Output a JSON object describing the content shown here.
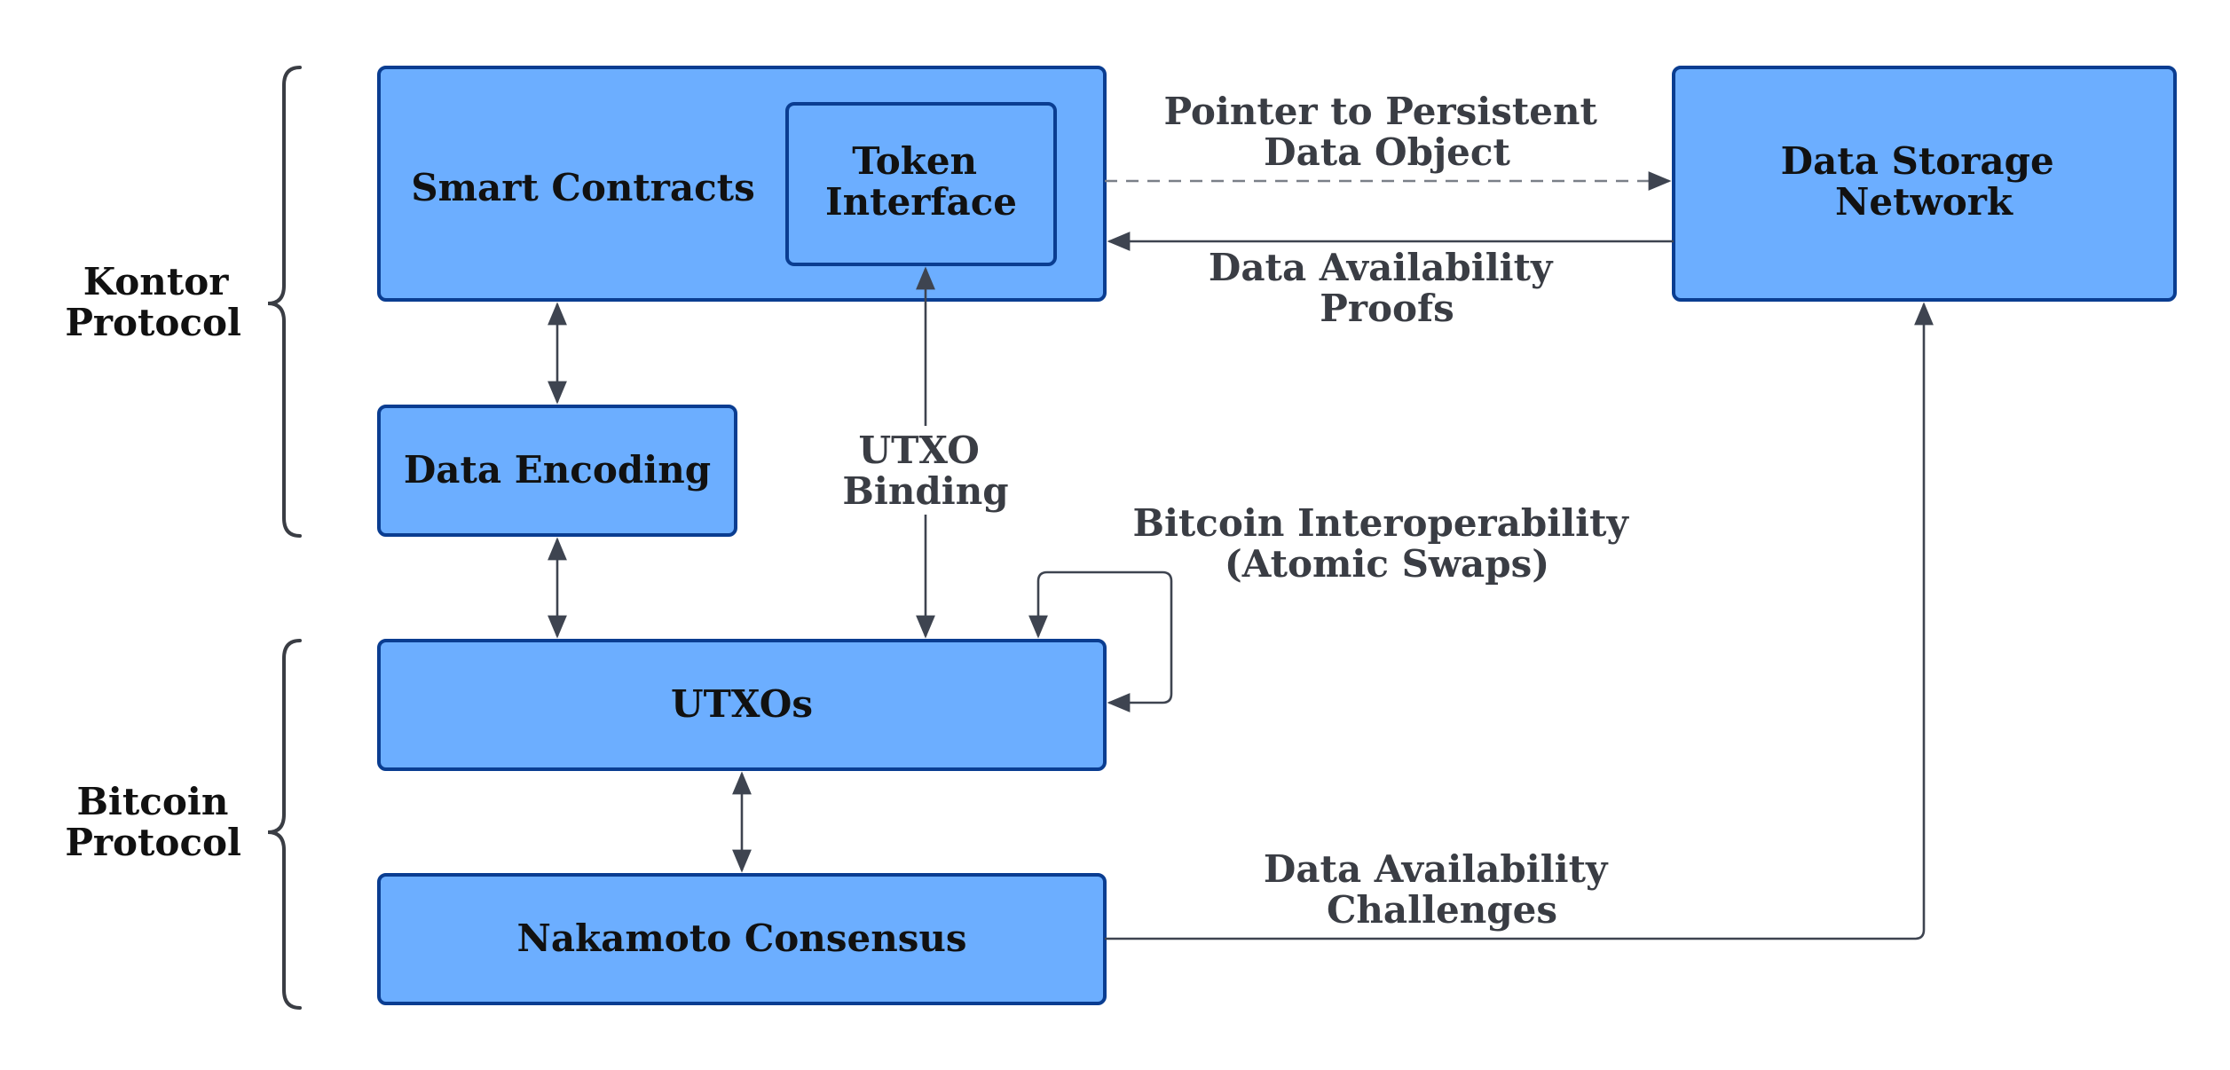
{
  "groups": {
    "kontor": [
      "Kontor",
      "Protocol"
    ],
    "bitcoin": [
      "Bitcoin",
      "Protocol"
    ]
  },
  "nodes": {
    "smart_contracts": "Smart Contracts",
    "token_interface": [
      "Token",
      "Interface"
    ],
    "data_encoding": "Data Encoding",
    "utxos": "UTXOs",
    "nakamoto_consensus": "Nakamoto Consensus",
    "data_storage_network": [
      "Data Storage",
      "Network"
    ]
  },
  "edges": {
    "pointer": [
      "Pointer to Persistent",
      "Data Object"
    ],
    "proofs": [
      "Data Availability",
      "Proofs"
    ],
    "utxo_binding": [
      "UTXO",
      "Binding"
    ],
    "interop": [
      "Bitcoin Interoperability",
      "(Atomic Swaps)"
    ],
    "challenges": [
      "Data Availability",
      "Challenges"
    ]
  },
  "colors": {
    "box_fill": "#6caeff",
    "box_stroke": "#0a3d91",
    "arrow": "#3e4450"
  }
}
